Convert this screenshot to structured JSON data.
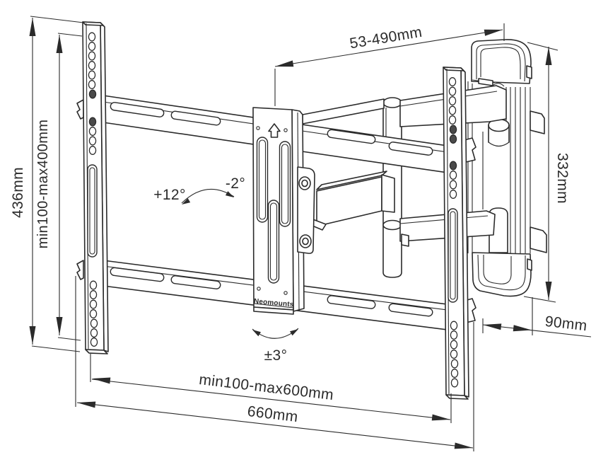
{
  "brand": "Neomounts",
  "dimensions": {
    "height_total": "436mm",
    "vesa_vertical_range": "min100-max400mm",
    "extension_range": "53-490mm",
    "wall_bracket_height": "332mm",
    "min_wall_distance": "90mm",
    "vesa_horizontal_range": "min100-max600mm",
    "width_total": "660mm"
  },
  "angles": {
    "tilt_up": "+12°",
    "tilt_down": "-2°",
    "swivel": "±3°"
  },
  "colors": {
    "line": "#2b2b2b",
    "background": "#ffffff"
  }
}
